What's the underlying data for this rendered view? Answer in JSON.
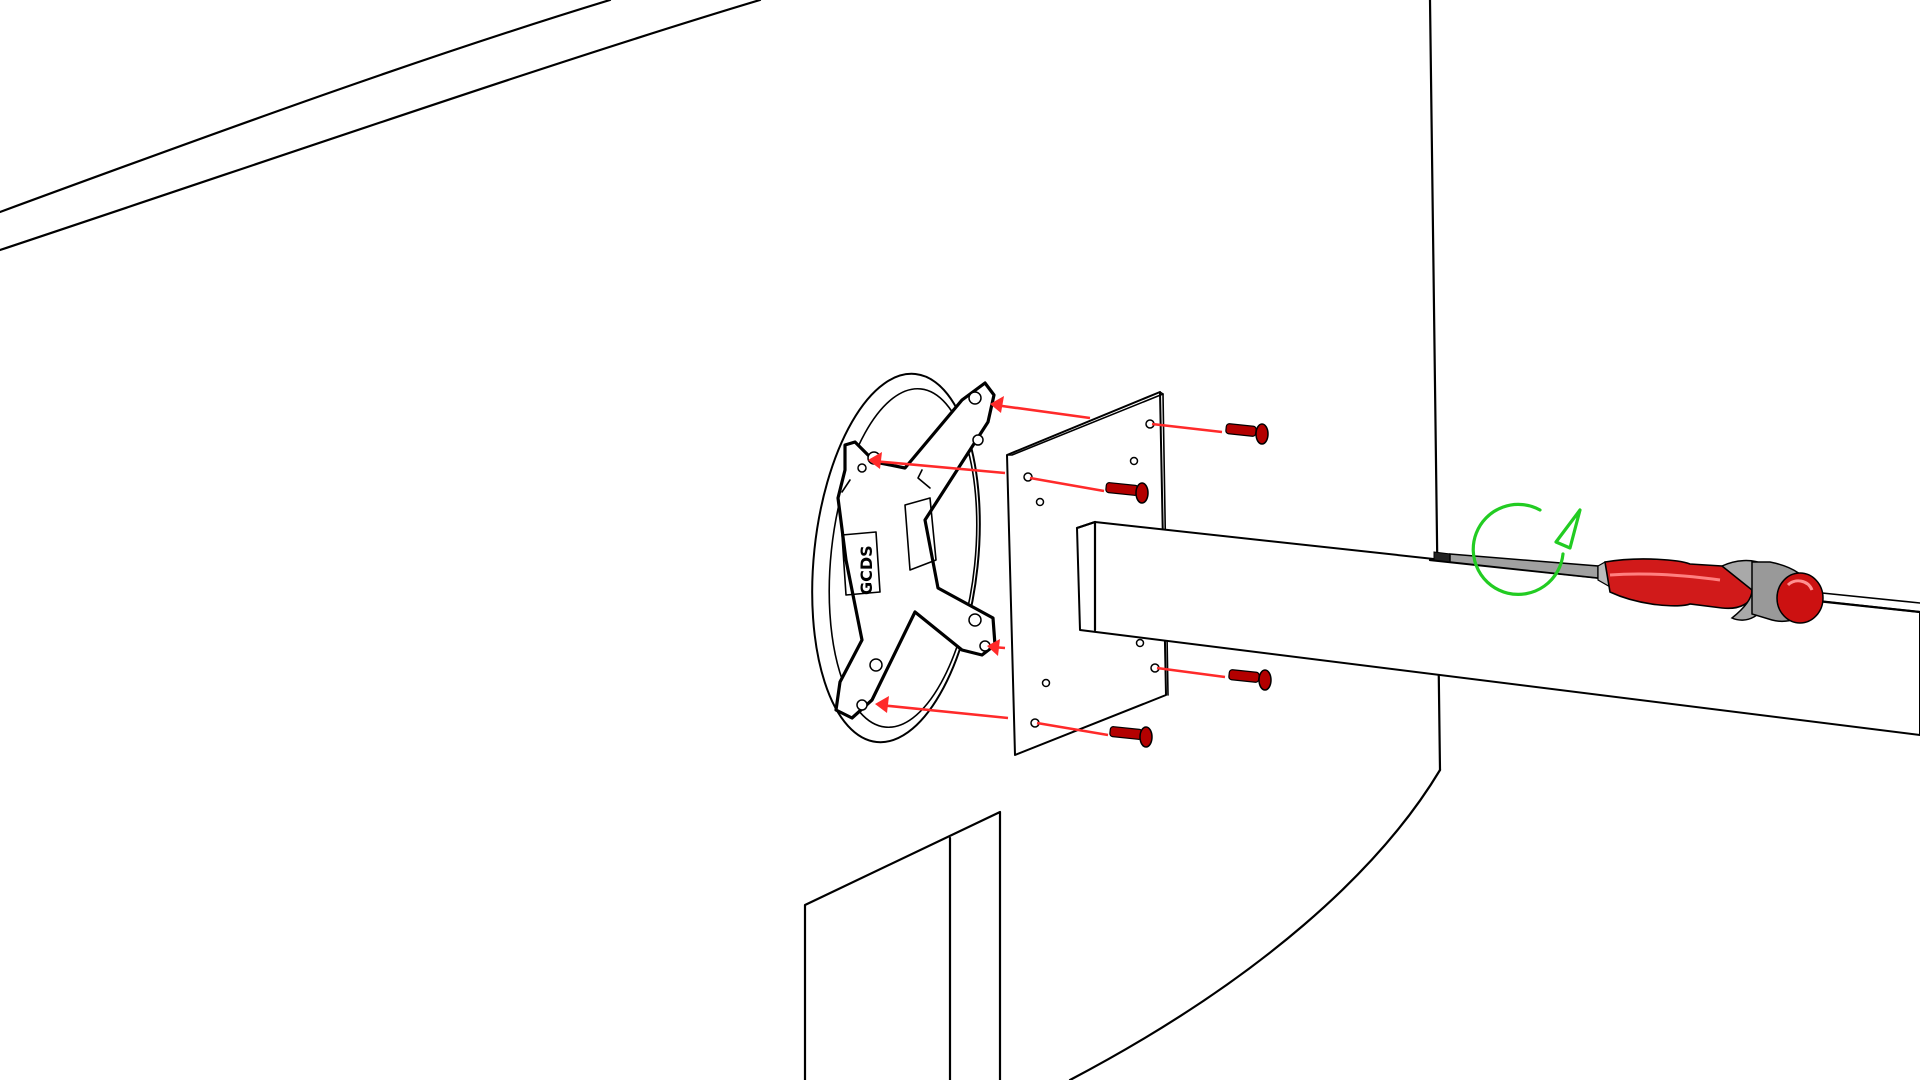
{
  "illustration": {
    "emboss_text": "GCDS",
    "colors": {
      "outline": "#000000",
      "background": "#ffffff",
      "assembly_arrow": "#ff2a2a",
      "screw": "#b30000",
      "screwdriver_handle": "#d11a1a",
      "screwdriver_metal": "#a0a0a0",
      "rotation_indicator": "#22cc22"
    },
    "parts": [
      "monitor-back-panel",
      "monitor-stand-base",
      "round-mount-bracket",
      "vesa-adapter-plate",
      "mounting-screw",
      "stand-arm",
      "screwdriver"
    ],
    "screw_count": 4,
    "arrow_count": 8,
    "icons": [
      "rotation-clockwise-icon"
    ]
  }
}
